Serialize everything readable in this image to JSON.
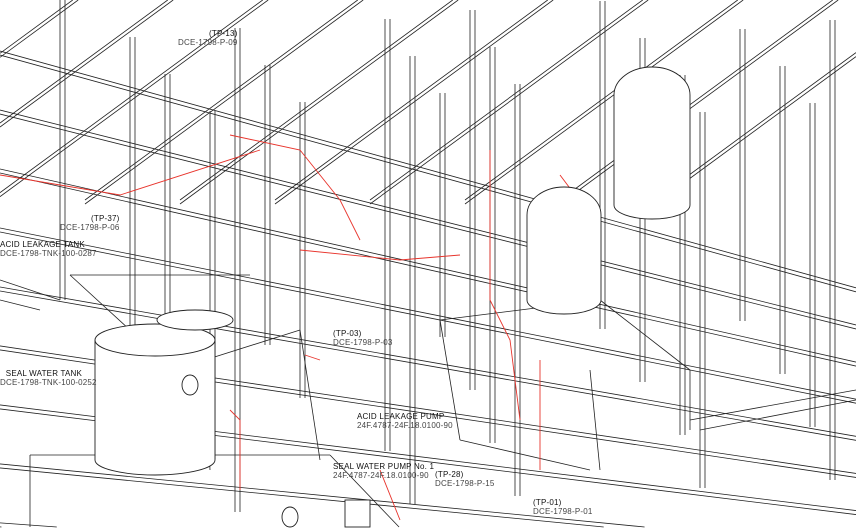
{
  "drawing": {
    "colors": {
      "line": "#222222",
      "pipe_red": "#e8342c",
      "background": "#ffffff"
    },
    "tags": [
      {
        "id": "tp13",
        "tag": "(TP-13)",
        "number": "DCE-1798-P-09"
      },
      {
        "id": "tp37",
        "tag": "(TP-37)",
        "number": "DCE-1798-P-06"
      },
      {
        "id": "acid-tank",
        "tag": "ACID LEAKAGE TANK",
        "number": "DCE-1798-TNK-100-0287"
      },
      {
        "id": "seal-tank",
        "tag": "SEAL WATER TANK",
        "number": "DCE-1798-TNK-100-0252"
      },
      {
        "id": "tp03",
        "tag": "(TP-03)",
        "number": "DCE-1798-P-03"
      },
      {
        "id": "acid-pump",
        "tag": "ACID LEAKAGE PUMP",
        "number": "24F.4787-24F.18.0100-90"
      },
      {
        "id": "seal-pump",
        "tag": "SEAL WATER PUMP No. 1",
        "number": "24F.4787-24F.18.0100-90"
      },
      {
        "id": "tp28",
        "tag": "(TP-28)",
        "number": "DCE-1798-P-15"
      },
      {
        "id": "tp01",
        "tag": "(TP-01)",
        "number": "DCE-1798-P-01"
      }
    ]
  }
}
